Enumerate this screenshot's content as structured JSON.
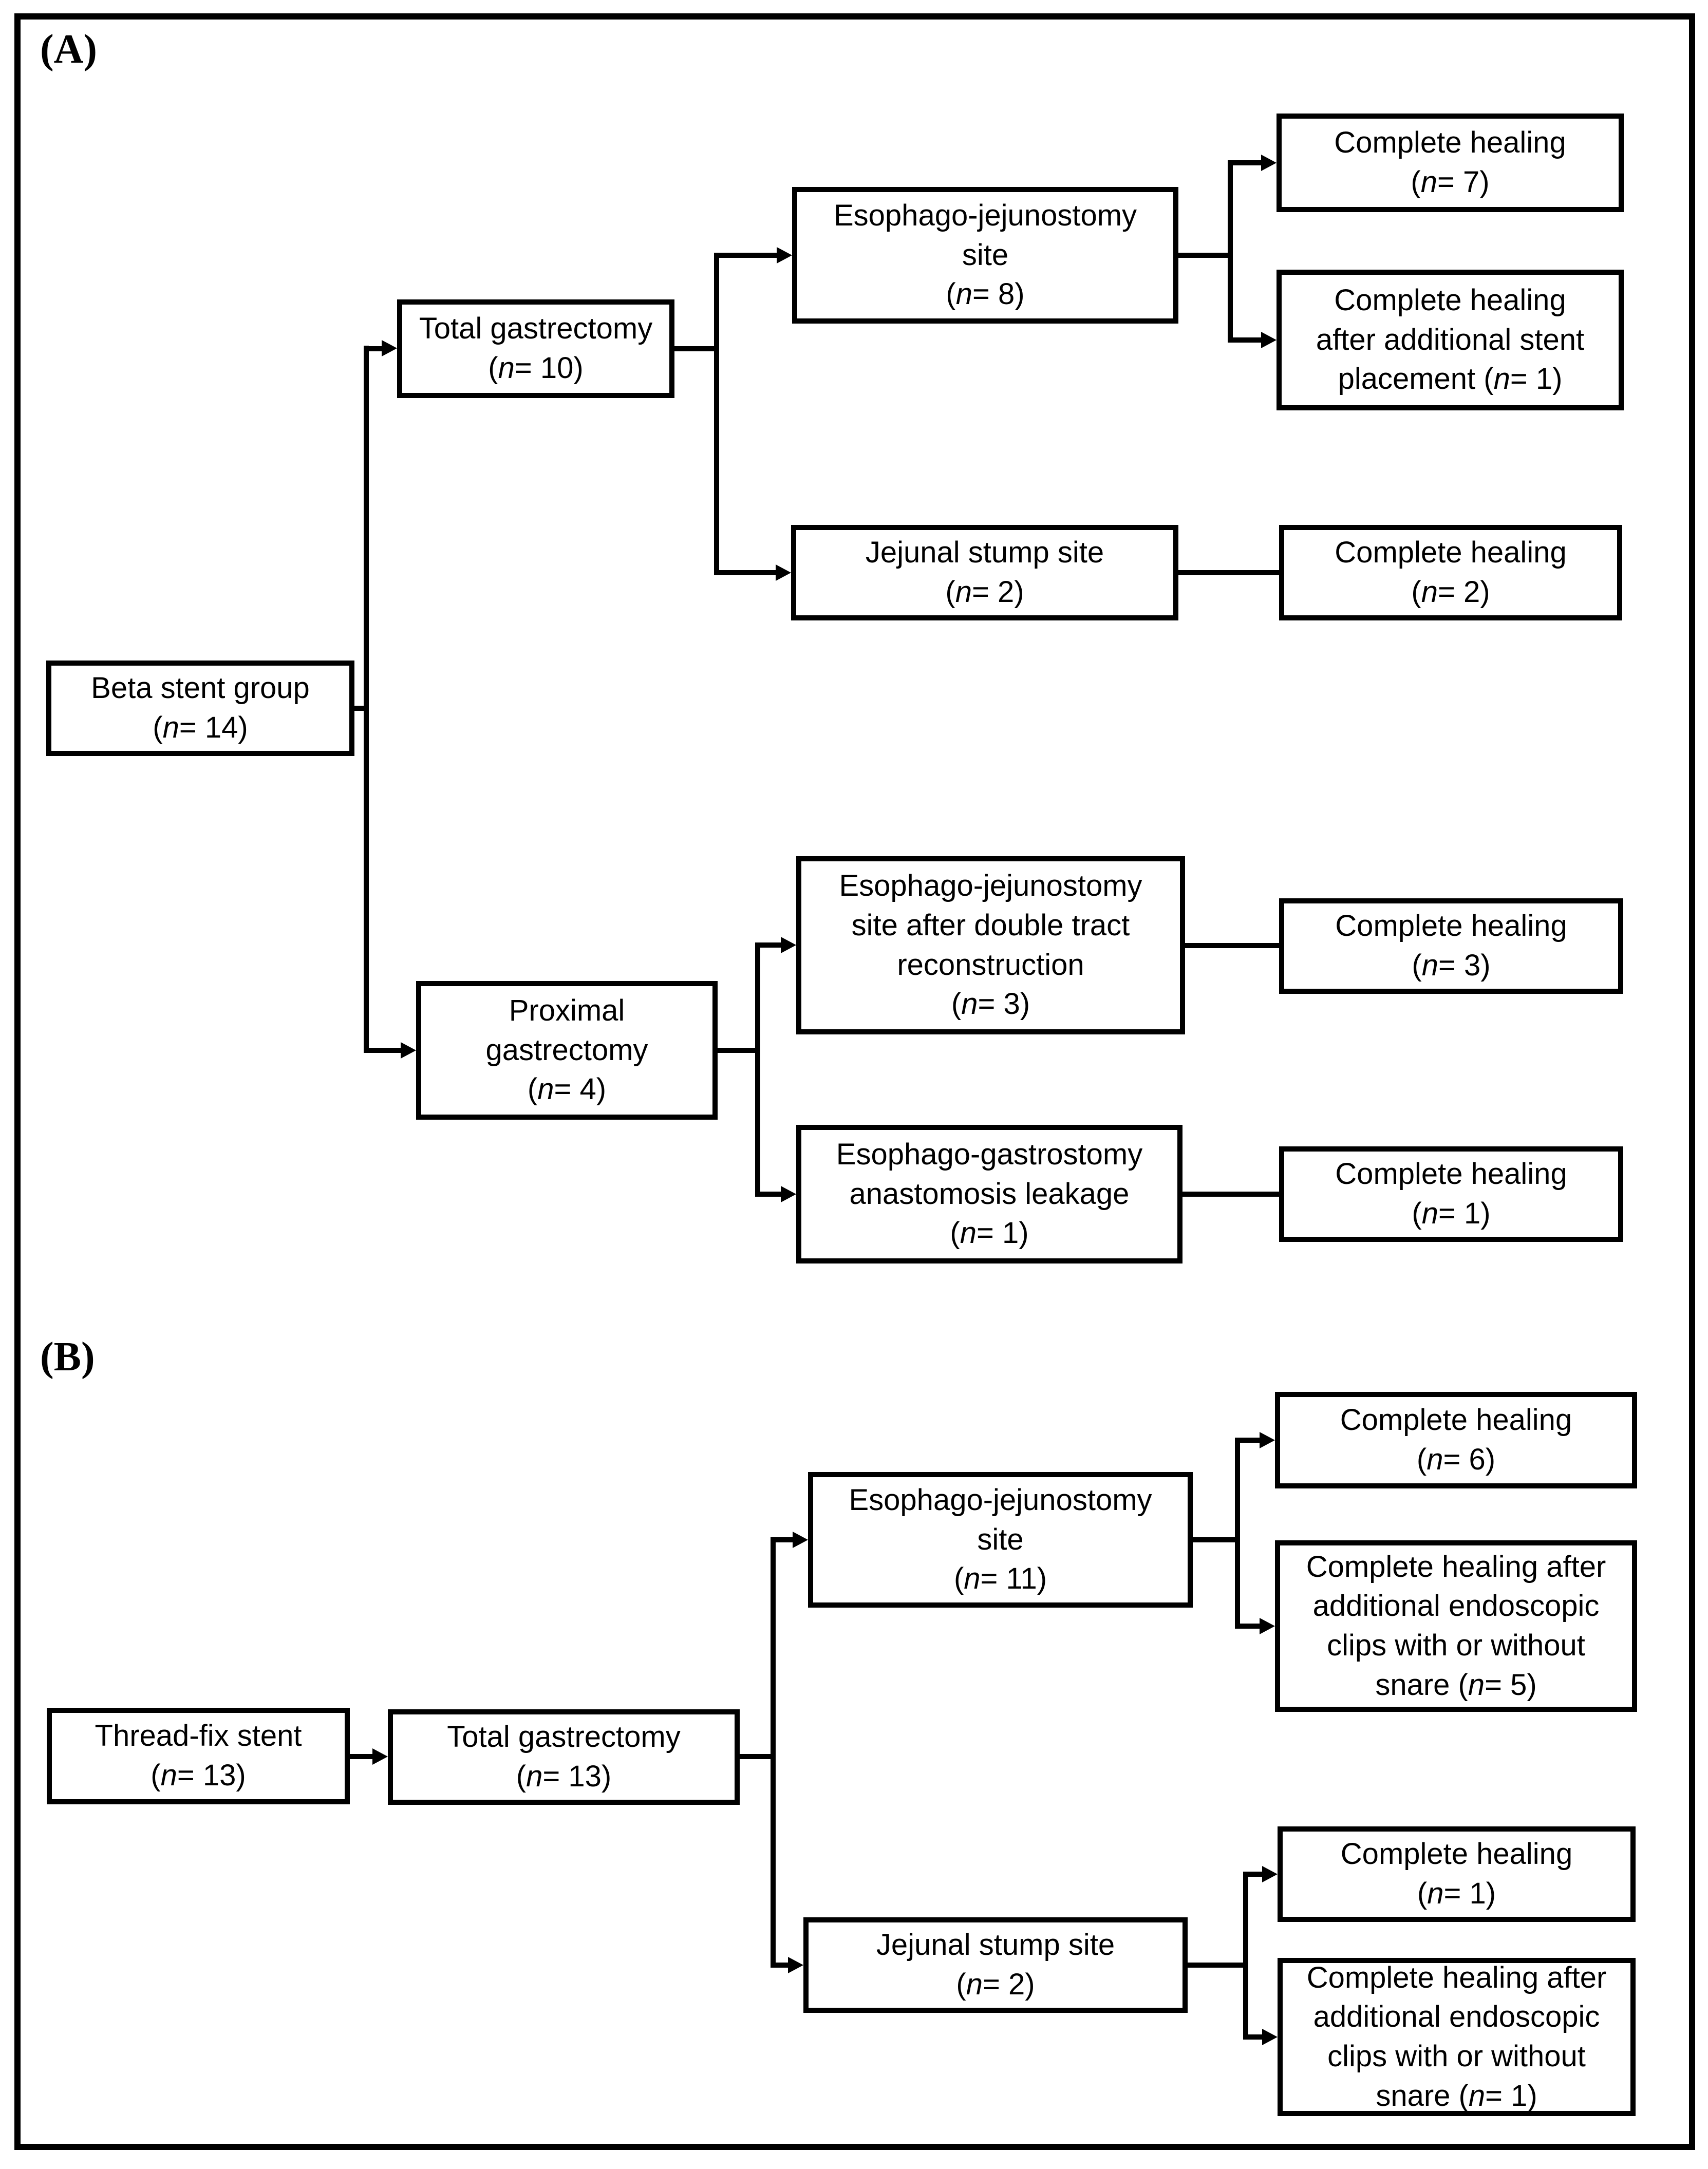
{
  "figure": {
    "panel_a_label": "(A)",
    "panel_b_label": "(B)",
    "colors": {
      "ink": "#000000",
      "paper": "#ffffff"
    }
  },
  "symbols": {
    "paren_open": "(",
    "n_italic": "n"
  },
  "nodes": {
    "a_beta": {
      "label": "Beta stent group\n",
      "n_rest": "= 14)"
    },
    "a_total": {
      "label": "Total gastrectomy\n",
      "n_rest": "= 10)"
    },
    "a_ej": {
      "label": "Esophago-jejunostomy\nsite\n",
      "n_rest": "= 8)"
    },
    "a_ch7": {
      "label": "Complete healing\n",
      "n_rest": "= 7)"
    },
    "a_chstent": {
      "label": "Complete healing\nafter additional stent\nplacement ",
      "n_rest": "= 1)"
    },
    "a_js": {
      "label": "Jejunal stump site\n",
      "n_rest": "= 2)"
    },
    "a_ch2": {
      "label": "Complete healing\n",
      "n_rest": "= 2)"
    },
    "a_prox": {
      "label": "Proximal\ngastrectomy\n",
      "n_rest": "= 4)"
    },
    "a_ejdt": {
      "label": "Esophago-jejunostomy\nsite after double tract\nreconstruction\n",
      "n_rest": "= 3)"
    },
    "a_ch3": {
      "label": "Complete healing\n",
      "n_rest": "= 3)"
    },
    "a_egl": {
      "label": "Esophago-gastrostomy\nanastomosis leakage\n",
      "n_rest": "= 1)"
    },
    "a_ch1": {
      "label": "Complete healing\n",
      "n_rest": "= 1)"
    },
    "b_tf": {
      "label": "Thread-fix stent\n",
      "n_rest": "= 13)"
    },
    "b_tg": {
      "label": "Total gastrectomy\n",
      "n_rest": "= 13)"
    },
    "b_ej": {
      "label": "Esophago-jejunostomy\nsite\n",
      "n_rest": "= 11)"
    },
    "b_ch6": {
      "label": "Complete healing\n",
      "n_rest": "= 6)"
    },
    "b_clips5": {
      "label": "Complete healing after\nadditional endoscopic\nclips with or without\nsnare ",
      "n_rest": "= 5)"
    },
    "b_js": {
      "label": "Jejunal stump site\n",
      "n_rest": "= 2)"
    },
    "b_ch1": {
      "label": "Complete healing\n",
      "n_rest": "= 1)"
    },
    "b_clips1": {
      "label": "Complete healing after\nadditional endoscopic\nclips with or without\nsnare ",
      "n_rest": "= 1)"
    }
  }
}
